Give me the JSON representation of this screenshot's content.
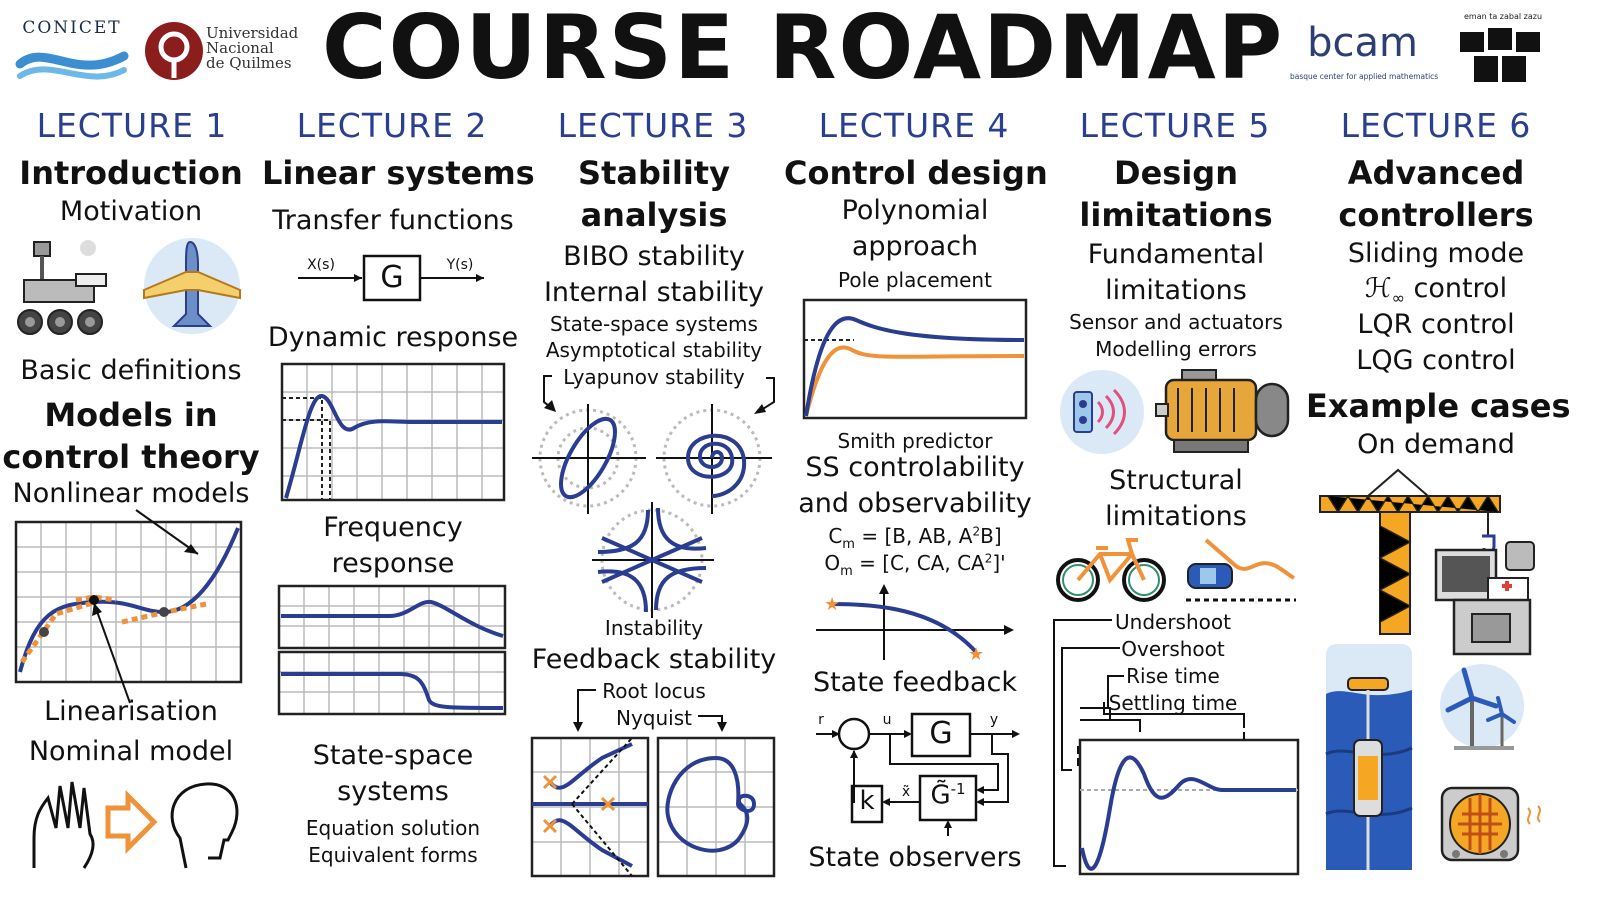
{
  "header": {
    "title": "COURSE  ROADMAP",
    "logos": {
      "conicet": "CONICET",
      "unq": [
        "Universidad",
        "Nacional",
        "de Quilmes"
      ],
      "bcam": "bcam",
      "bcam_sub": "basque center for applied mathematics",
      "ehu": "eman ta zabal zazu"
    }
  },
  "lectures": [
    {
      "label": "LECTURE  1"
    },
    {
      "label": "LECTURE  2"
    },
    {
      "label": "LECTURE  3"
    },
    {
      "label": "LECTURE  4"
    },
    {
      "label": "LECTURE  5"
    },
    {
      "label": "LECTURE  6"
    }
  ],
  "col1": {
    "title": "Introduction",
    "sub": "Motivation",
    "basic": "Basic definitions",
    "models1": "Models in",
    "models2": "control theory",
    "nonlinear": "Nonlinear models",
    "linearisation": "Linearisation",
    "nominal": "Nominal model"
  },
  "col2": {
    "title": "Linear systems",
    "tf": "Transfer functions",
    "xs": "X(s)",
    "ys": "Y(s)",
    "g": "G",
    "dyn": "Dynamic response",
    "freq1": "Frequency",
    "freq2": "response",
    "ss1": "State-space",
    "ss2": "systems",
    "eq": "Equation solution",
    "eqf": "Equivalent forms"
  },
  "col3": {
    "title1": "Stability",
    "title2": "analysis",
    "bibo": "BIBO stability",
    "internal": "Internal stability",
    "ssys": "State-space systems",
    "asym": "Asymptotical stability",
    "lyap": "Lyapunov stability",
    "instab": "Instability",
    "fb": "Feedback stability",
    "rl": "Root locus",
    "nyq": "Nyquist"
  },
  "col4": {
    "title": "Control design",
    "poly1": "Polynomial",
    "poly2": "approach",
    "pole": "Pole placement",
    "smith": "Smith predictor",
    "ss1": "SS controlability",
    "ss2": "and observability",
    "cm": "C",
    "cm_sub": "m",
    "cm_val": " = [B, AB, A",
    "cm_sup": "2",
    "cm_end": "B]",
    "om": "O",
    "om_sub": "m",
    "om_val": " = [C, CA, CA",
    "om_sup": "2",
    "om_end": "]'",
    "sfb": "State feedback",
    "r": "r",
    "u": "u",
    "y": "y",
    "g": "G",
    "k": "k",
    "xhat": "x̃",
    "ginv": "G̃",
    "ginv_sup": "-1",
    "sobs": "State observers"
  },
  "col5": {
    "title1": "Design",
    "title2": "limitations",
    "fund1": "Fundamental",
    "fund2": "limitations",
    "sensor": "Sensor and actuators",
    "model": "Modelling errors",
    "struct1": "Structural",
    "struct2": "limitations",
    "under": "Undershoot",
    "over": "Overshoot",
    "rise": "Rise time",
    "settle": "Settling time"
  },
  "col6": {
    "title1": "Advanced",
    "title2": "controllers",
    "sliding": "Sliding mode",
    "hinf": "ℋ",
    "hinf_sub": "∞",
    "hinf_txt": " control",
    "lqr": "LQR control",
    "lqg": "LQG control",
    "ex": "Example cases",
    "demand": "On demand"
  },
  "colors": {
    "accent": "#2a3f8f",
    "line": "#2b3d91",
    "orange": "#f0923a"
  }
}
